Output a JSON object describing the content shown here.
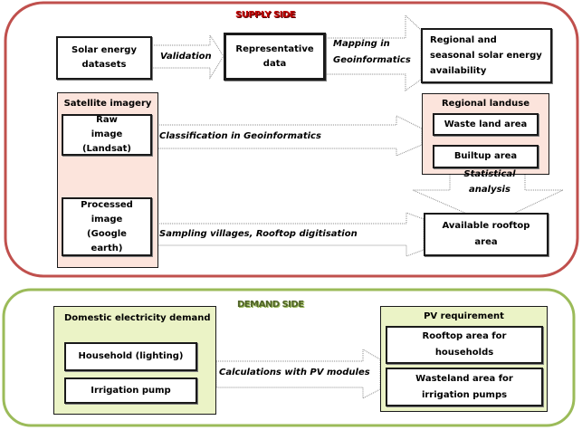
{
  "supply": {
    "title": "SUPPLY SIDE",
    "title_color": "#c00000",
    "border_color": "#c0504d",
    "solar_datasets": "Solar energy datasets",
    "validation_label": "Validation",
    "representative_data": "Representative data",
    "mapping_label_line1": "Mapping in",
    "mapping_label_line2": "Geoinformatics",
    "regional_availability": "Regional and seasonal solar energy availability",
    "satellite_panel_title": "Satellite imagery",
    "raw_image": "Raw image (Landsat)",
    "classification_label": "Classification in Geoinformatics",
    "processed_image": "Processed image (Google earth)",
    "sampling_label": "Sampling villages, Rooftop digitisation",
    "landuse_panel_title": "Regional landuse",
    "waste_land": "Waste land area",
    "builtup": "Builtup area",
    "statistical_line1": "Statistical",
    "statistical_line2": "analysis",
    "available_rooftop": "Available rooftop area"
  },
  "demand": {
    "title": "DEMAND SIDE",
    "title_color": "#4f6228",
    "border_color": "#9bbb59",
    "domestic_panel_title": "Domestic electricity demand",
    "household": "Household (lighting)",
    "irrigation": "Irrigation pump",
    "calculations_label": "Calculations with PV modules",
    "pv_panel_title": "PV requirement",
    "rooftop_households": "Rooftop area for households",
    "wasteland_pumps": "Wasteland area for irrigation pumps"
  }
}
